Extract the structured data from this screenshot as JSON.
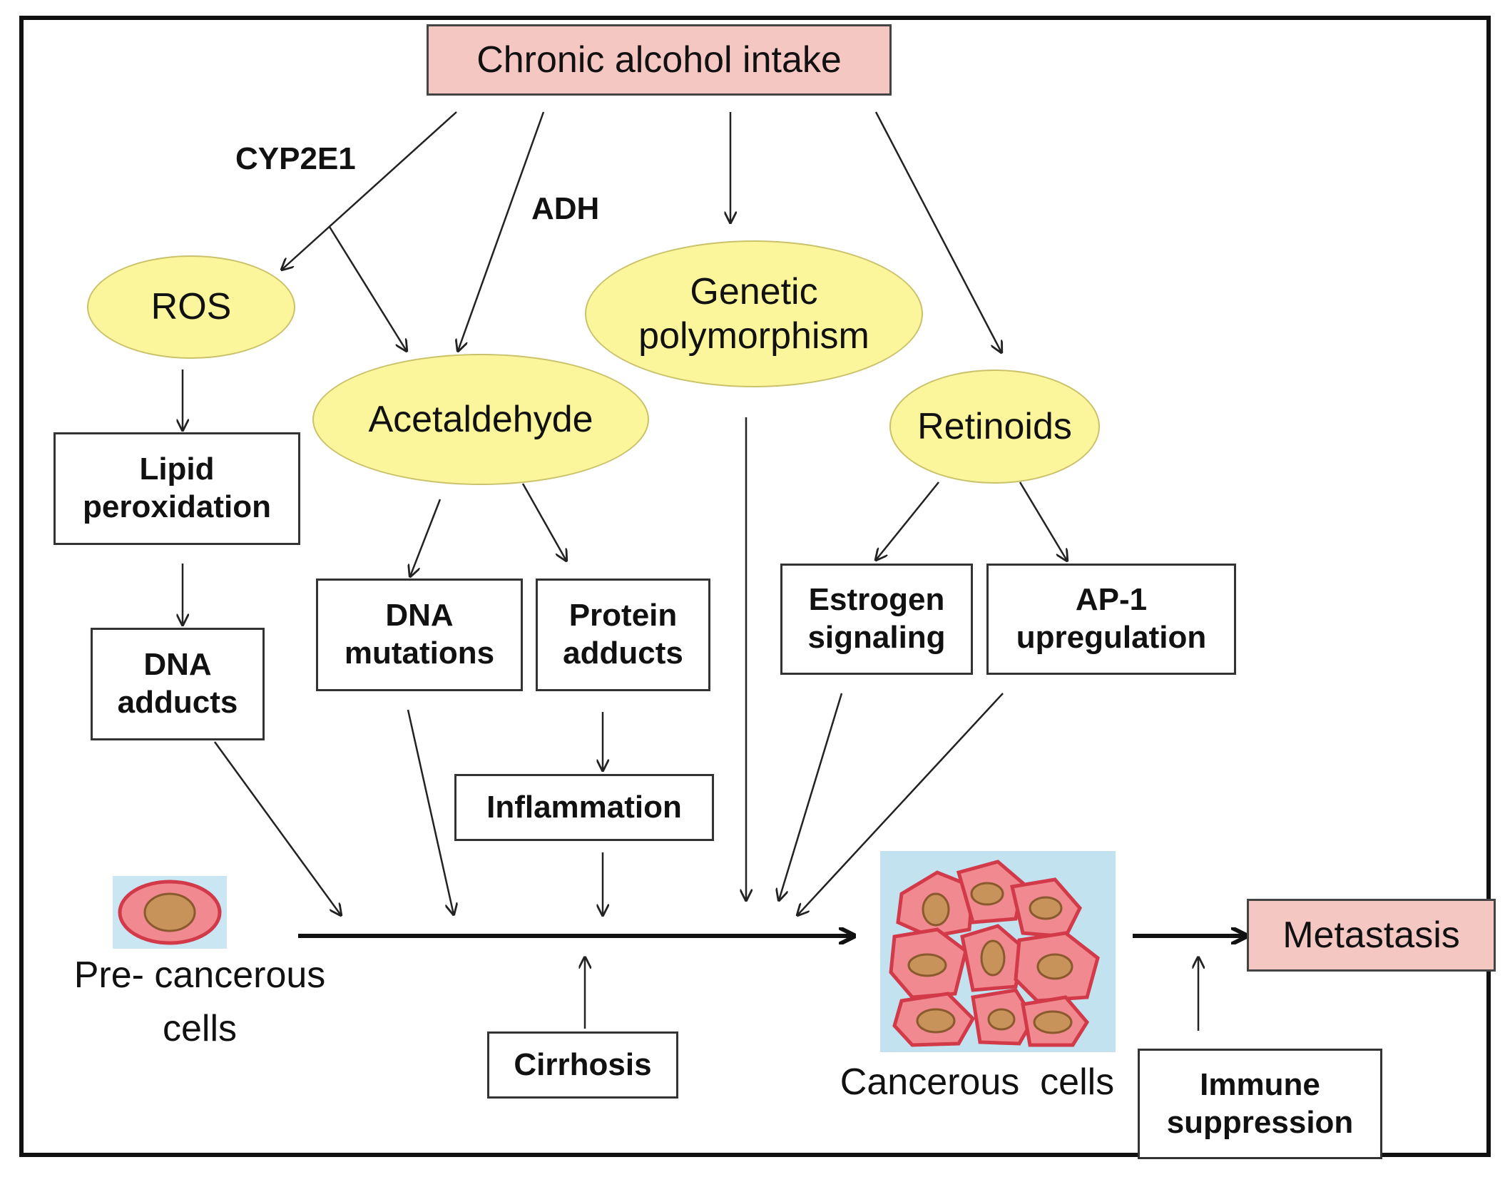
{
  "source": "Chronic alcohol intake",
  "enzymes": {
    "cyp": "CYP2E1",
    "adh": "ADH"
  },
  "ovals": {
    "ros": "ROS",
    "acetaldehyde": "Acetaldehyde",
    "genetic": "Genetic\npolymorphism",
    "retinoids": "Retinoids"
  },
  "boxes": {
    "lipid": "Lipid\nperoxidation",
    "dna_adducts": "DNA\nadducts",
    "dna_mutations": "DNA\nmutations",
    "protein_adducts": "Protein\nadducts",
    "inflammation": "Inflammation",
    "estrogen": "Estrogen\nsignaling",
    "ap1": "AP-1\nupregulation",
    "cirrhosis": "Cirrhosis",
    "immune": "Immune\nsuppression"
  },
  "outcomes": {
    "precancer": "Pre- cancerous\ncells",
    "cancer": "Cancerous  cells",
    "metastasis": "Metastasis"
  },
  "colors": {
    "pink": "#f4c7c3",
    "oval_yellow": "#fbf59b",
    "cell_fill": "#f08a90",
    "cell_border": "#d23a4a",
    "nucleus": "#c8935a"
  }
}
